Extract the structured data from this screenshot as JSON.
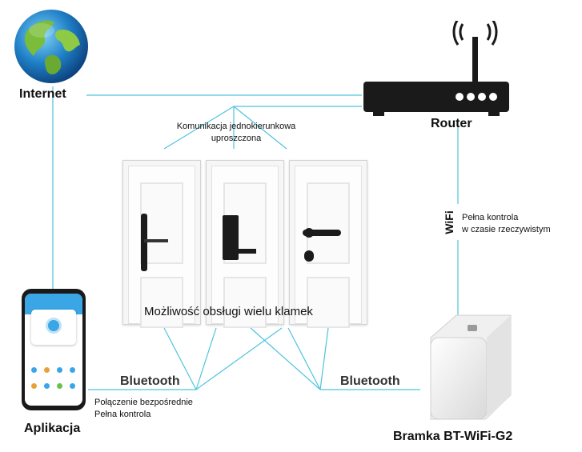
{
  "diagram": {
    "internet_label": "Internet",
    "router_label": "Router",
    "app_label": "Aplikacja",
    "gateway_label": "Bramka BT-WiFi-G2",
    "comm_note_line1": "Komunikacja jednokierunkowa",
    "comm_note_line2": "uproszczona",
    "doors_caption": "Możliwość obsługi wielu klamek",
    "wifi_label": "WiFi",
    "wifi_note_line1": "Pełna kontrola",
    "wifi_note_line2": "w czasie rzeczywistym",
    "bluetooth_left": "Bluetooth",
    "bluetooth_right": "Bluetooth",
    "bt_note_line1": "Połączenie bezpośrednie",
    "bt_note_line2": "Pełna kontrola",
    "colors": {
      "connection_line": "#4fc3dd",
      "device_black": "#1a1a1a",
      "app_accent": "#3aa6e6"
    },
    "icons": [
      "globe-icon",
      "router-icon",
      "smartphone-icon",
      "gateway-icon",
      "door-icon"
    ]
  }
}
